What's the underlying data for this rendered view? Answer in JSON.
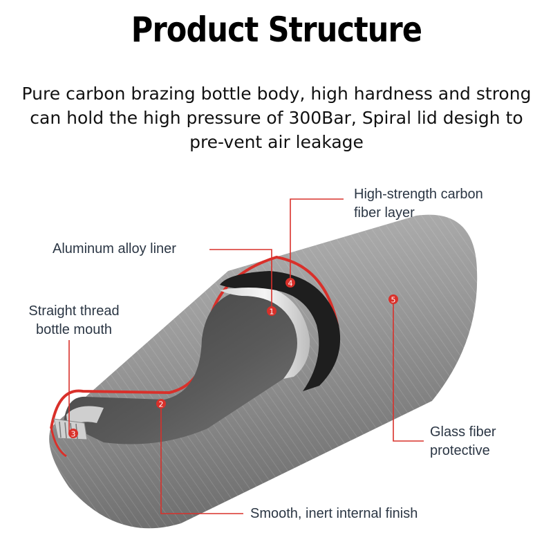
{
  "title": "Product Structure",
  "description_lines": [
    "Pure carbon brazing bottle body, high hardness and strong",
    "can hold the high pressure of 300Bar, Spiral lid desigh to",
    "pre-vent air leakage"
  ],
  "labels": {
    "carbon_fiber": [
      "High-strength carbon",
      "fiber layer"
    ],
    "aluminum_liner": [
      "Aluminum alloy liner"
    ],
    "thread_mouth": [
      "Straight thread",
      "bottle mouth"
    ],
    "glass_fiber": [
      "Glass fiber",
      "protective"
    ],
    "internal_finish": [
      "Smooth, inert internal finish"
    ]
  },
  "markers": [
    "1",
    "2",
    "3",
    "4",
    "5"
  ],
  "colors": {
    "accent": "#d9302a",
    "label_text": "#2b3644",
    "shell": "#8f8f8f",
    "liner": "#5c5c5c"
  }
}
